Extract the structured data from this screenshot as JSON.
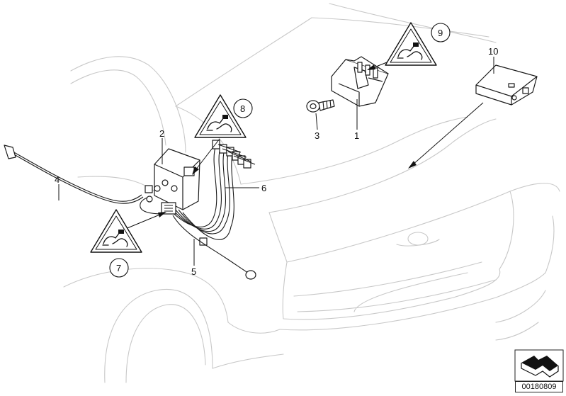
{
  "diagram": {
    "callouts": [
      {
        "id": "1",
        "label": "1"
      },
      {
        "id": "2",
        "label": "2"
      },
      {
        "id": "3",
        "label": "3"
      },
      {
        "id": "4",
        "label": "4"
      },
      {
        "id": "5",
        "label": "5"
      },
      {
        "id": "6",
        "label": "6"
      },
      {
        "id": "7",
        "label": "7"
      },
      {
        "id": "8",
        "label": "8"
      },
      {
        "id": "9",
        "label": "9"
      },
      {
        "id": "10",
        "label": "10"
      }
    ],
    "warning_icon": "antenna-plug-warning-icon",
    "diagram_code": "00180809",
    "nav_icon": "view-orientation-arrow-icon"
  }
}
